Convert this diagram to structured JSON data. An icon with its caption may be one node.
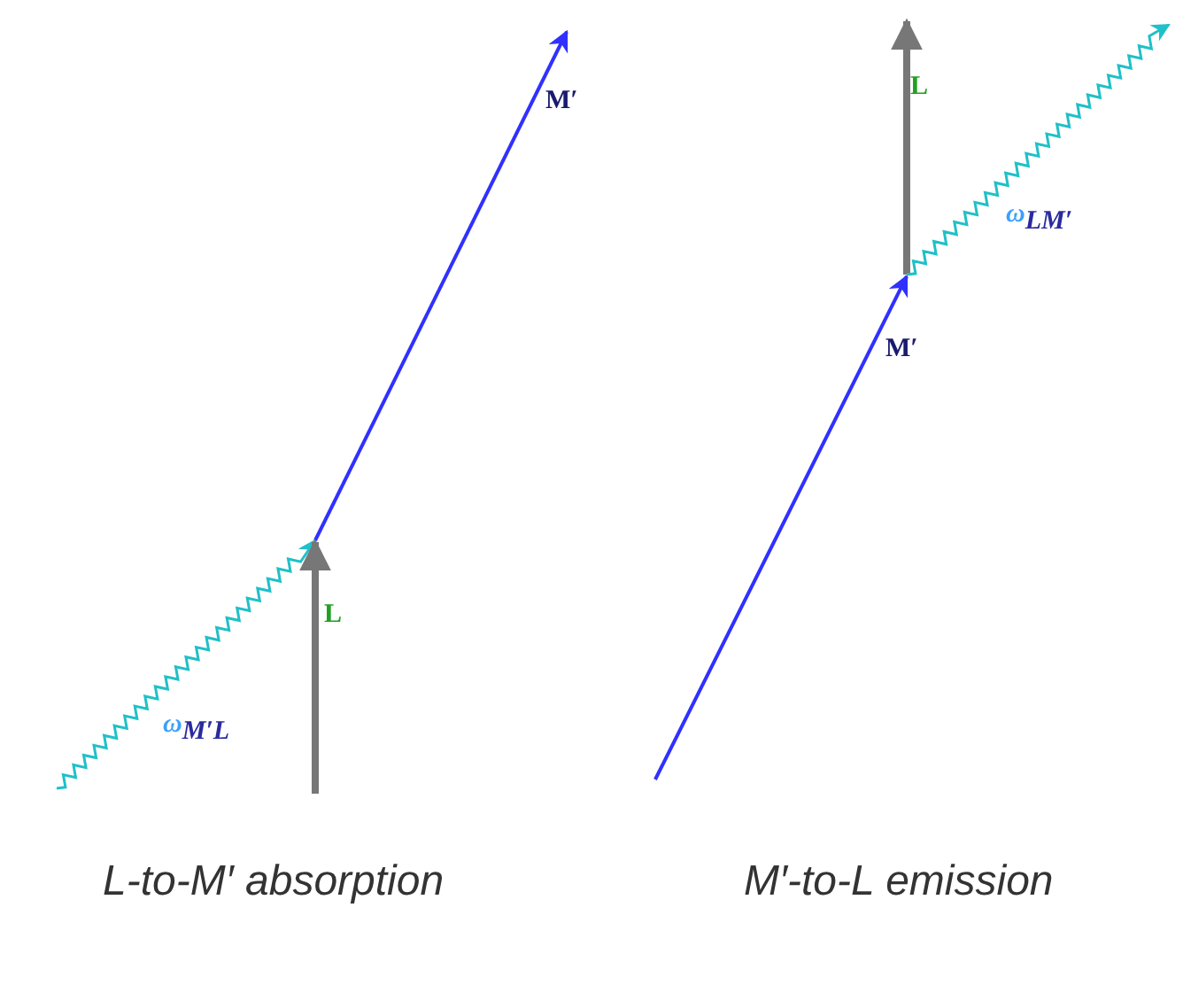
{
  "diagram": {
    "labels": [
      "M′",
      "L",
      "ω$_{LM′}$",
      "M′",
      "L",
      "ω$_{M′L}$",
      "L-to-M′ absorption",
      "M′-to-L emission"
    ]
  }
}
